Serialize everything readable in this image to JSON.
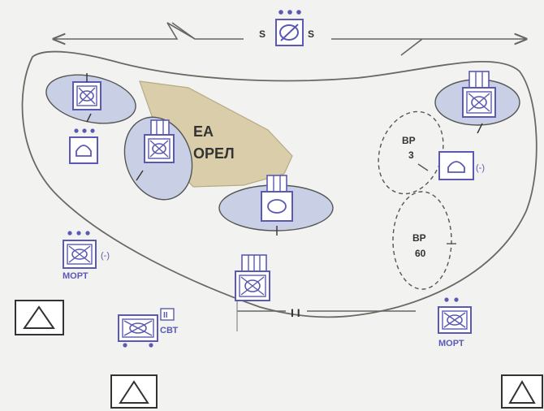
{
  "diagram": {
    "engagement_area": {
      "line1": "EA",
      "line2": "ОРЕЛ"
    },
    "battle_positions": [
      {
        "line1": "BP",
        "line2": "3"
      },
      {
        "line1": "BP",
        "line2": "60"
      }
    ],
    "screen_labels": {
      "left": "S",
      "right": "S"
    },
    "boundary_symbol": "I I",
    "unit_labels": {
      "mortar_left": "МОРТ",
      "mortar_right": "МОРТ",
      "cbt": "СВТ",
      "cbt_echelon": "II",
      "reduced_1": "(-)",
      "reduced_2": "(-)"
    },
    "colors": {
      "unit_stroke": "#5a5ab4",
      "battle_position_fill": "#c9cfe4",
      "engagement_area_fill": "#d9cdaa",
      "line": "#666666",
      "background": "#f2f2f0"
    }
  }
}
